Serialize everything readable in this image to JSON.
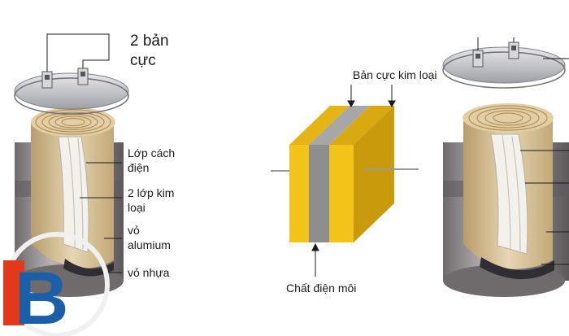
{
  "labels": {
    "terminals": [
      "2 bản",
      "cực"
    ],
    "insulation": [
      "Lớp cách",
      "điện"
    ],
    "metal_layers": [
      "2 lớp kim",
      "loại"
    ],
    "aluminum_case": [
      "vỏ",
      "alumium"
    ],
    "plastic_case": "vỏ nhựa",
    "metal_plate": "Bản cực kim loại",
    "dielectric": "Chất điện môi"
  },
  "colors": {
    "plate_yellow": "#f2c318",
    "plate_yellow_dark": "#c99a0c",
    "dielectric_gray": "#8e8e8e",
    "case_gray": "#8a8688",
    "paper_beige": "#d9c7a0",
    "logo_red": "#e0391c",
    "logo_blue": "#1a5fa8"
  },
  "logo": {
    "letter": "B"
  }
}
